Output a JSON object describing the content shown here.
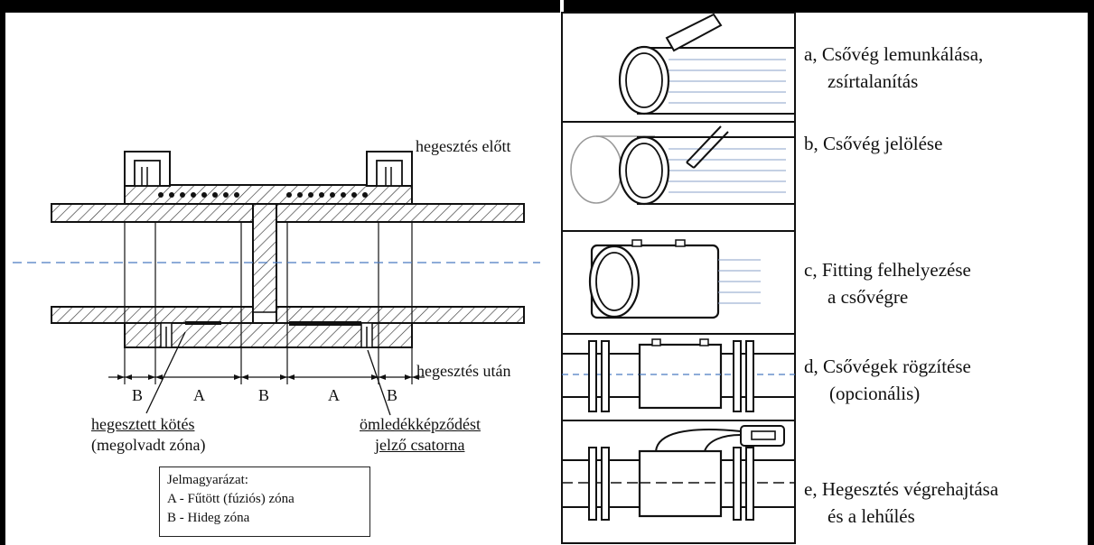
{
  "left": {
    "label_before": "hegesztés előtt",
    "label_after": "hegesztés után",
    "zones": [
      "B",
      "A",
      "B",
      "A",
      "B"
    ],
    "weld_label_line1": "hegesztett kötés",
    "weld_label_line2": "(megolvadt zóna)",
    "channel_label_line1": "ömledékképződést",
    "channel_label_line2": "jelző csatorna",
    "legend": {
      "title": "Jelmagyarázat:",
      "line_a": "A - Fűtött (fúziós) zóna",
      "line_b": "B - Hideg zóna"
    }
  },
  "steps": [
    {
      "line1": "a, Csővég lemunkálása,",
      "line2": "zsírtalanítás"
    },
    {
      "line1": "b, Csővég jelölése",
      "line2": ""
    },
    {
      "line1": "c, Fitting felhelyezése",
      "line2": "a csővégre"
    },
    {
      "line1": "d, Csővégek rögzítése",
      "line2": "(opcionális)"
    },
    {
      "line1": "e, Hegesztés végrehajtása",
      "line2": "és a lehűlés"
    }
  ]
}
